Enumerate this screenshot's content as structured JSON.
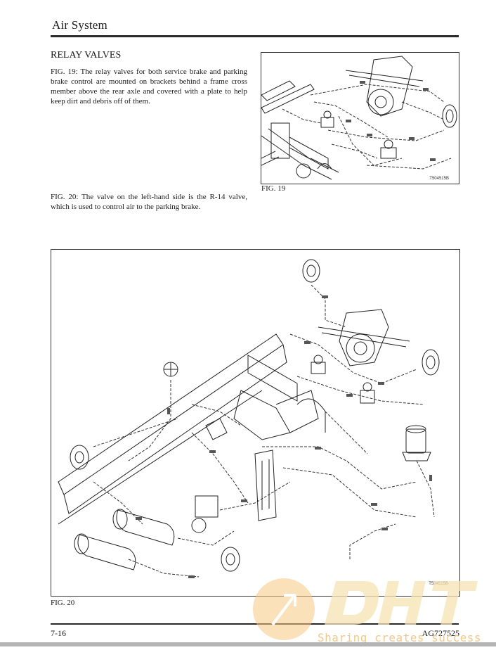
{
  "header": {
    "title": "Air System"
  },
  "section": {
    "heading": "RELAY VALVES",
    "fig19_text": "FIG. 19: The relay valves for both service brake and parking brake control are mounted on brackets behind a frame cross member above the rear axle and covered with a plate to help keep dirt and debris off of them.",
    "fig20_text": "FIG. 20: The valve on the left-hand side is the R-14 valve, which is used to control air to the parking brake."
  },
  "figures": {
    "fig19": {
      "caption": "FIG. 19",
      "code": "T504515B"
    },
    "fig20": {
      "caption": "FIG. 20",
      "code": "T504515B"
    }
  },
  "footer": {
    "page_number": "7-16",
    "doc_number": "AG727525"
  },
  "watermark": {
    "tagline": "Sharing creates success"
  }
}
